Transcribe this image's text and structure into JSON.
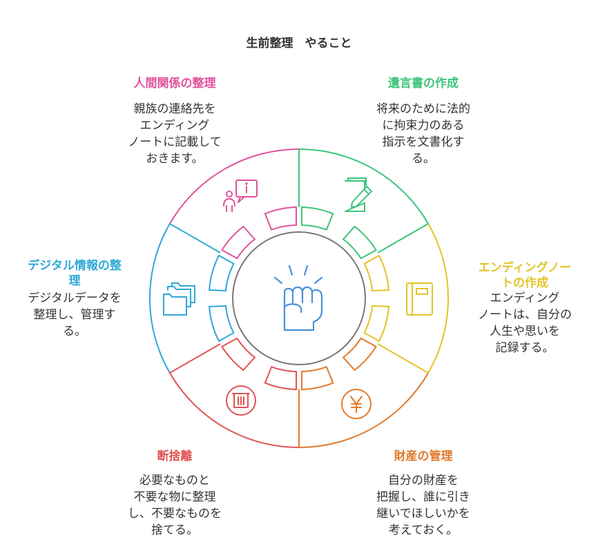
{
  "title": "生前整理　やること",
  "colors": {
    "pink": "#e0529c",
    "green": "#3cc47b",
    "yellow": "#e3c325",
    "orange": "#e07a2c",
    "red": "#e05252",
    "blue": "#2ea8d6",
    "gray": "#777777",
    "center_icon": "#4a90d9"
  },
  "center": {
    "icon": "raised-fist-icon"
  },
  "segments": [
    {
      "id": "relationships",
      "label": "人間関係の整理",
      "desc": [
        "親族の連絡先を",
        "エンディング",
        "ノートに記載して",
        "おきます。"
      ],
      "icon": "person-info-icon",
      "color": "#e0529c"
    },
    {
      "id": "will",
      "label": "遺言書の作成",
      "desc": [
        "将来のために法的",
        "に拘束力のある",
        "指示を文書化す",
        "る。"
      ],
      "icon": "document-pen-icon",
      "color": "#3cc47b"
    },
    {
      "id": "ending-note",
      "label": [
        "エンディングノー",
        "トの作成"
      ],
      "desc": [
        "エンディング",
        "ノートは、自分の",
        "人生や思いを",
        "記録する。"
      ],
      "icon": "notebook-icon",
      "color": "#e3c325"
    },
    {
      "id": "assets",
      "label": "財産の管理",
      "desc": [
        "自分の財産を",
        "把握し、誰に引き",
        "継いでほしいかを",
        "考えておく。"
      ],
      "icon": "yen-coin-icon",
      "color": "#e07a2c"
    },
    {
      "id": "declutter",
      "label": "断捨離",
      "desc": [
        "必要なものと",
        "不要な物に整理",
        "し、不要なものを",
        "捨てる。"
      ],
      "icon": "trash-can-icon",
      "color": "#e05252"
    },
    {
      "id": "digital",
      "label": [
        "デジタル情報の整",
        "理"
      ],
      "desc": [
        "デジタルデータを",
        "整理し、管理す",
        "る。"
      ],
      "icon": "folders-icon",
      "color": "#2ea8d6"
    }
  ]
}
